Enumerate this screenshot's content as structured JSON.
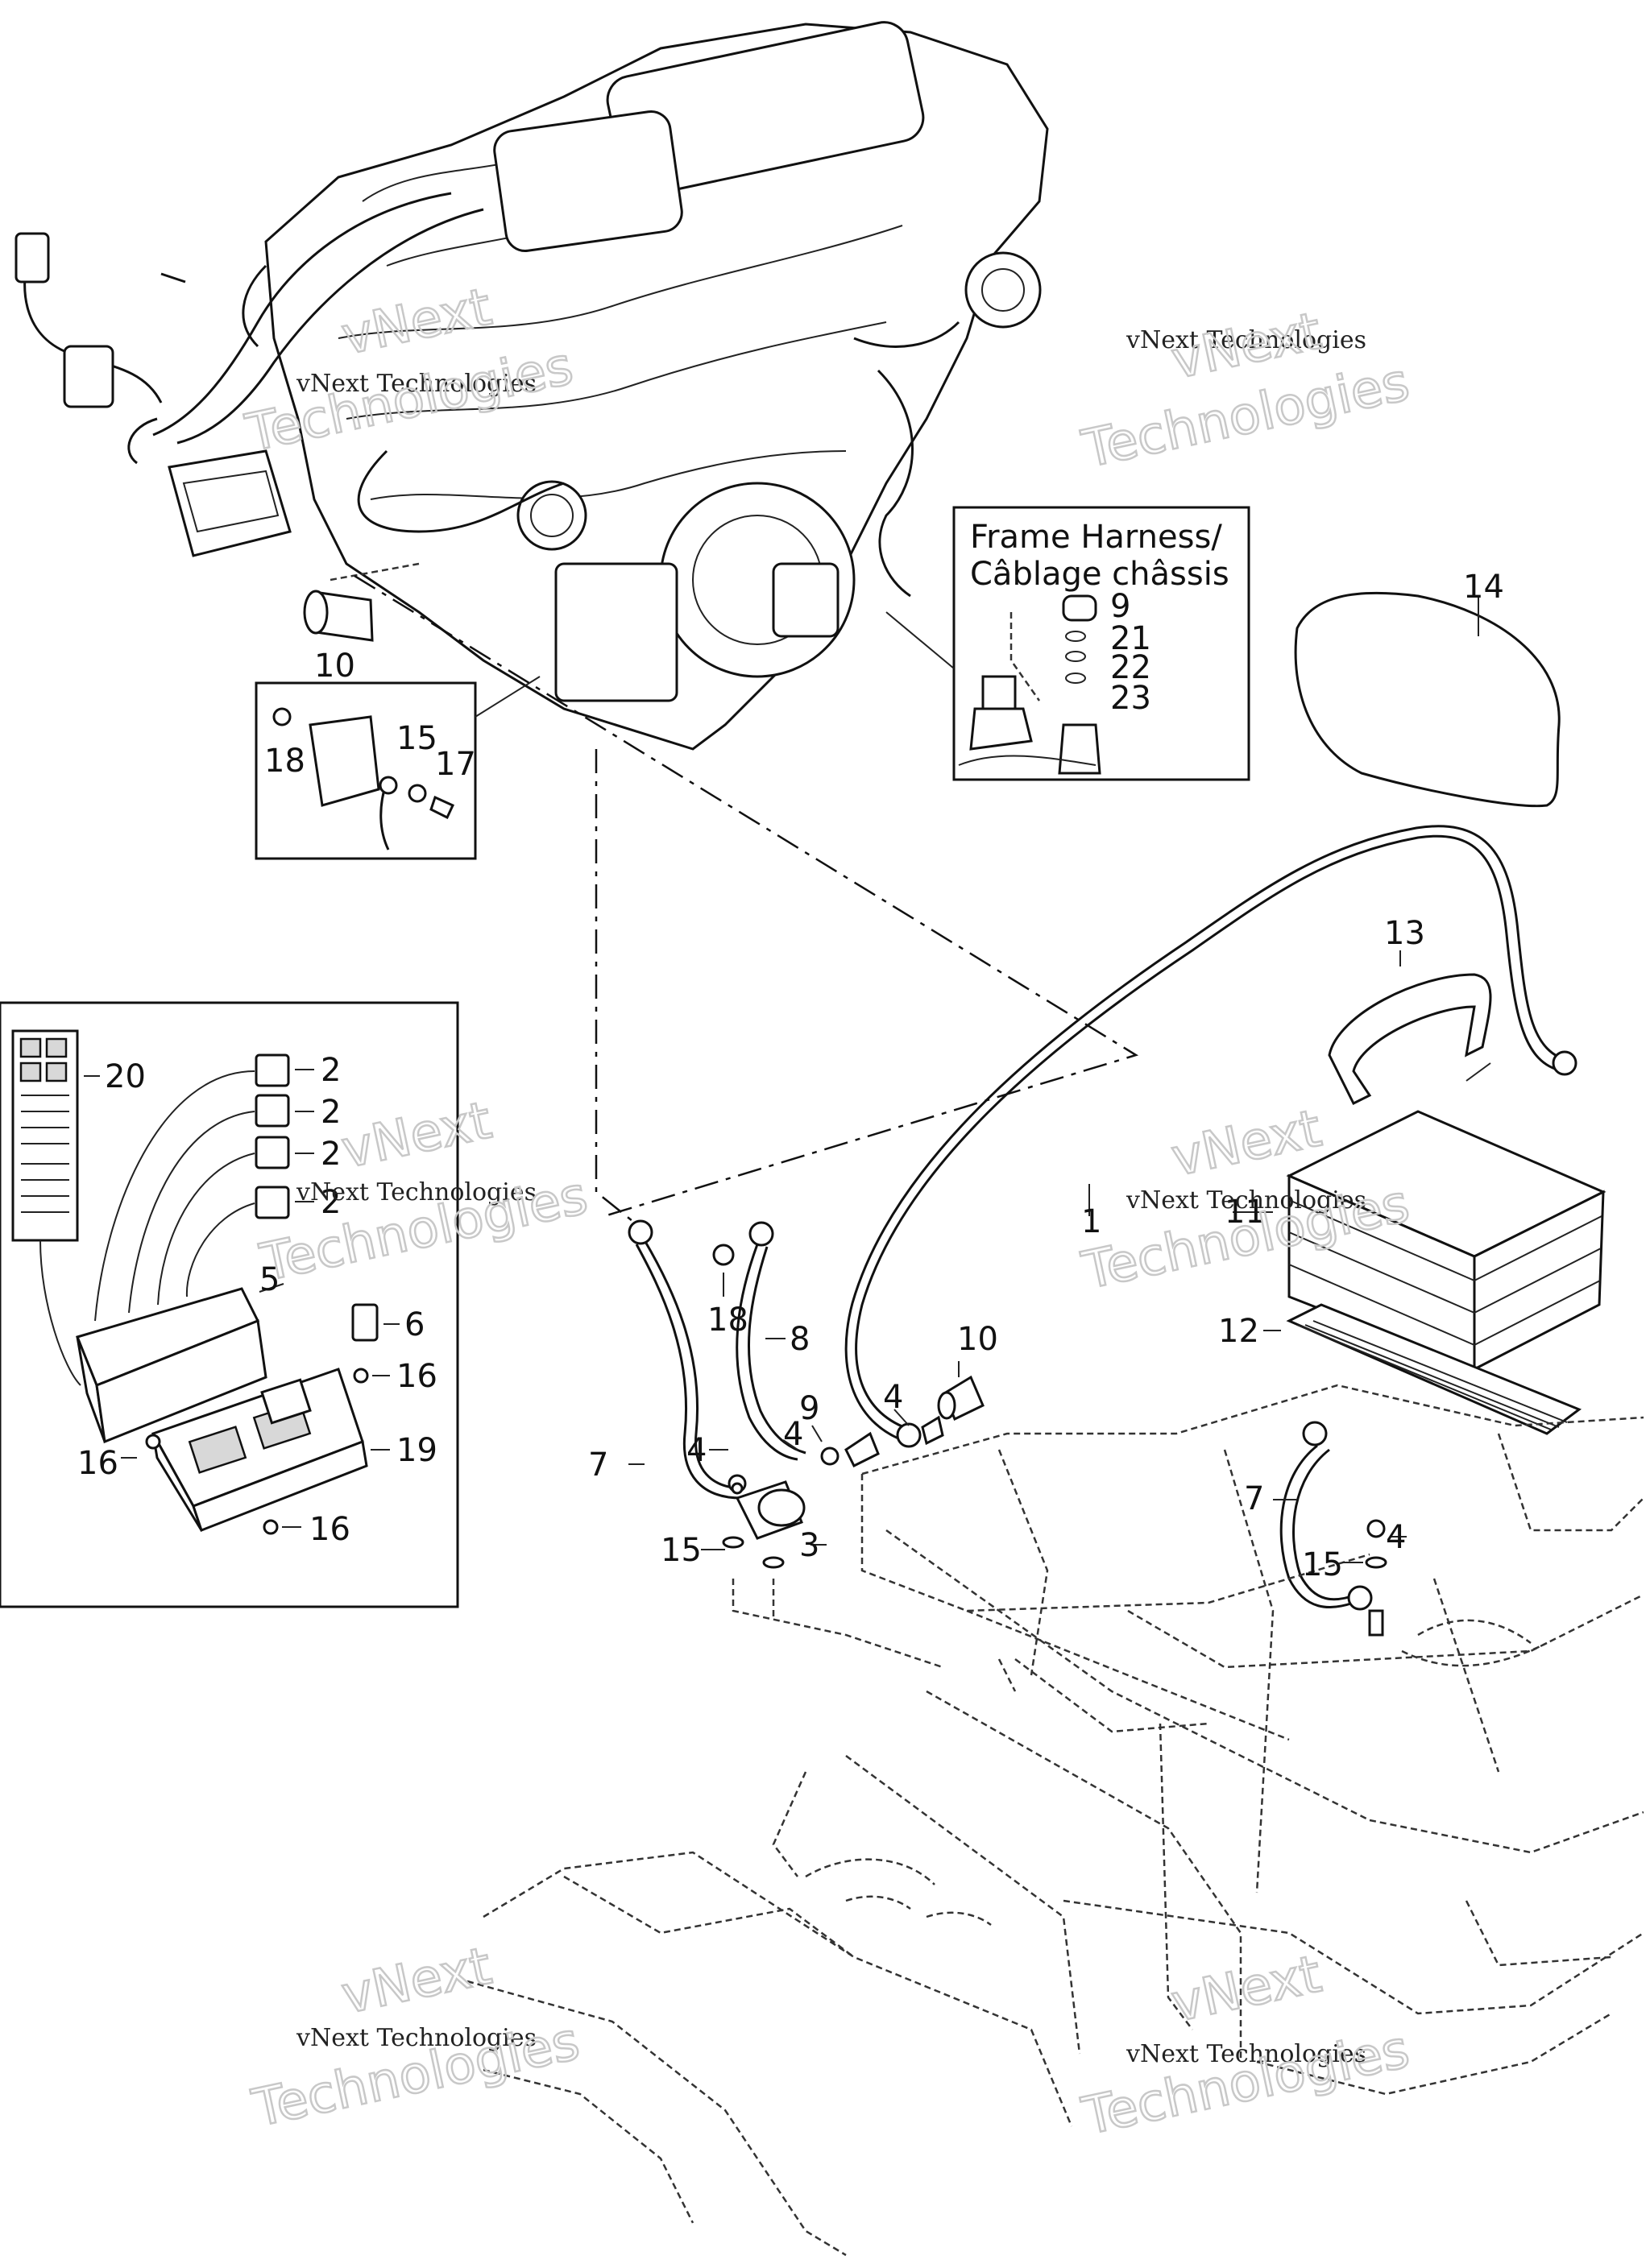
{
  "inset_frame_harness": {
    "title_line1": "Frame Harness/",
    "title_line2": "Câblage châssis",
    "callouts": [
      "9",
      "21",
      "22",
      "23"
    ]
  },
  "inset_ground": {
    "callouts": [
      "18",
      "15",
      "17"
    ]
  },
  "inset_fuse_box": {
    "callouts": [
      "20",
      "2",
      "2",
      "2",
      "2",
      "5",
      "6",
      "16",
      "16",
      "19",
      "16"
    ]
  },
  "main_callouts": {
    "c10_top": "10",
    "c14": "14",
    "c13": "13",
    "c1": "1",
    "c11": "11",
    "c12": "12",
    "c18": "18",
    "c8": "8",
    "c10_mid": "10",
    "c9": "9",
    "c4_a": "4",
    "c4_b": "4",
    "c4_c": "4",
    "c7_a": "7",
    "c7_b": "7",
    "c3": "3",
    "c15_a": "15",
    "c15_b": "15"
  },
  "watermark": {
    "text_small": "vNext Technologies",
    "text_big_line1": "vNext",
    "text_big_line2": "Technologies"
  }
}
